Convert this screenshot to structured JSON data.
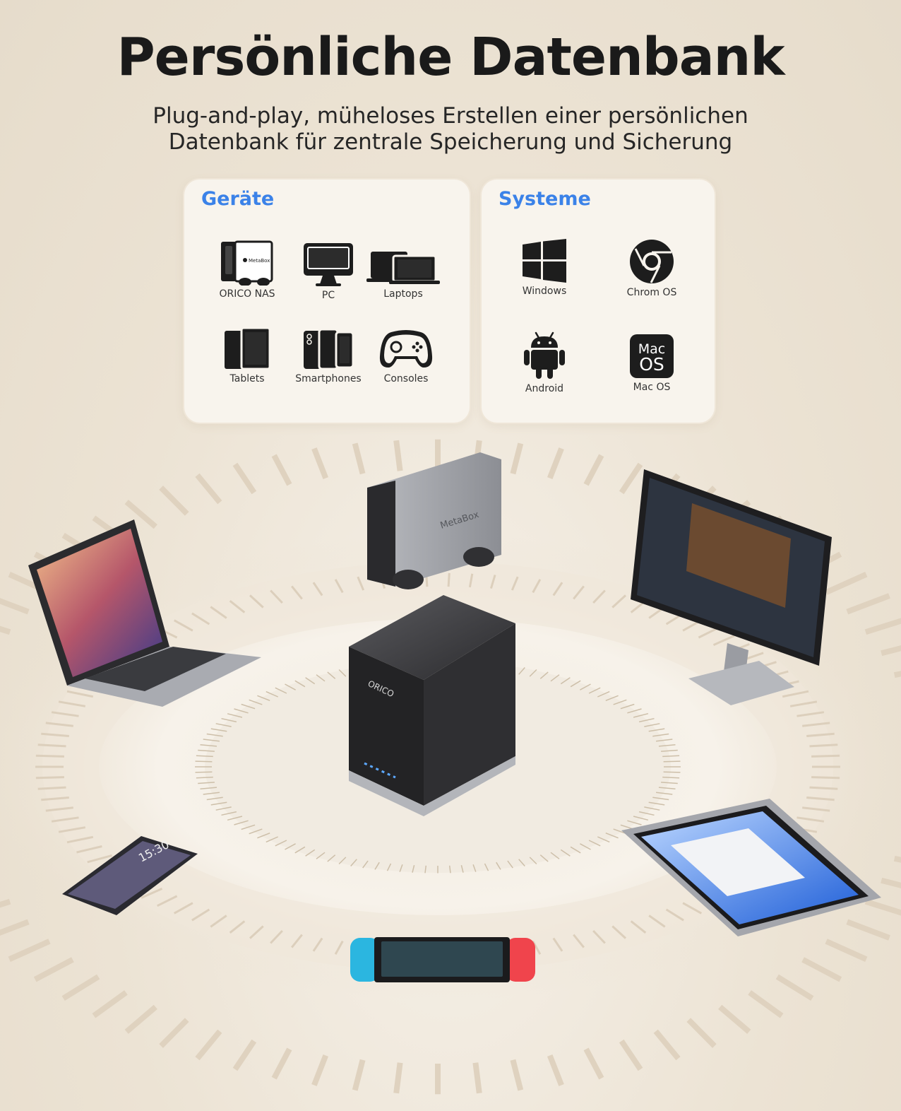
{
  "header": {
    "title": "Persönliche Datenbank",
    "subtitle_line1": "Plug-and-play, müheloses Erstellen einer persönlichen",
    "subtitle_line2": "Datenbank für zentrale Speicherung und Sicherung"
  },
  "devices": {
    "title": "Geräte",
    "items": [
      {
        "label": "ORICO NAS",
        "icon": "nas-icon"
      },
      {
        "label": "PC",
        "icon": "monitor-icon"
      },
      {
        "label": "Laptops",
        "icon": "laptops-icon"
      },
      {
        "label": "Tablets",
        "icon": "tablets-icon"
      },
      {
        "label": "Smartphones",
        "icon": "smartphones-icon"
      },
      {
        "label": "Consoles",
        "icon": "gamepad-icon"
      }
    ],
    "nas_brand": "MetaBox"
  },
  "systems": {
    "title": "Systeme",
    "items": [
      {
        "label": "Windows",
        "icon": "windows-icon"
      },
      {
        "label": "Chrom OS",
        "icon": "chrome-icon"
      },
      {
        "label": "Android",
        "icon": "android-icon"
      },
      {
        "label": "Mac OS",
        "icon": "macos-icon"
      }
    ],
    "macos_badge_line1": "Mac",
    "macos_badge_line2": "OS"
  },
  "scene": {
    "center_brand": "ORICO",
    "top_device_brand": "MetaBox",
    "phone_time": "15:30"
  },
  "colors": {
    "accent": "#3b82e8",
    "background": "#ece3d4",
    "card": "#f8f4ed"
  }
}
